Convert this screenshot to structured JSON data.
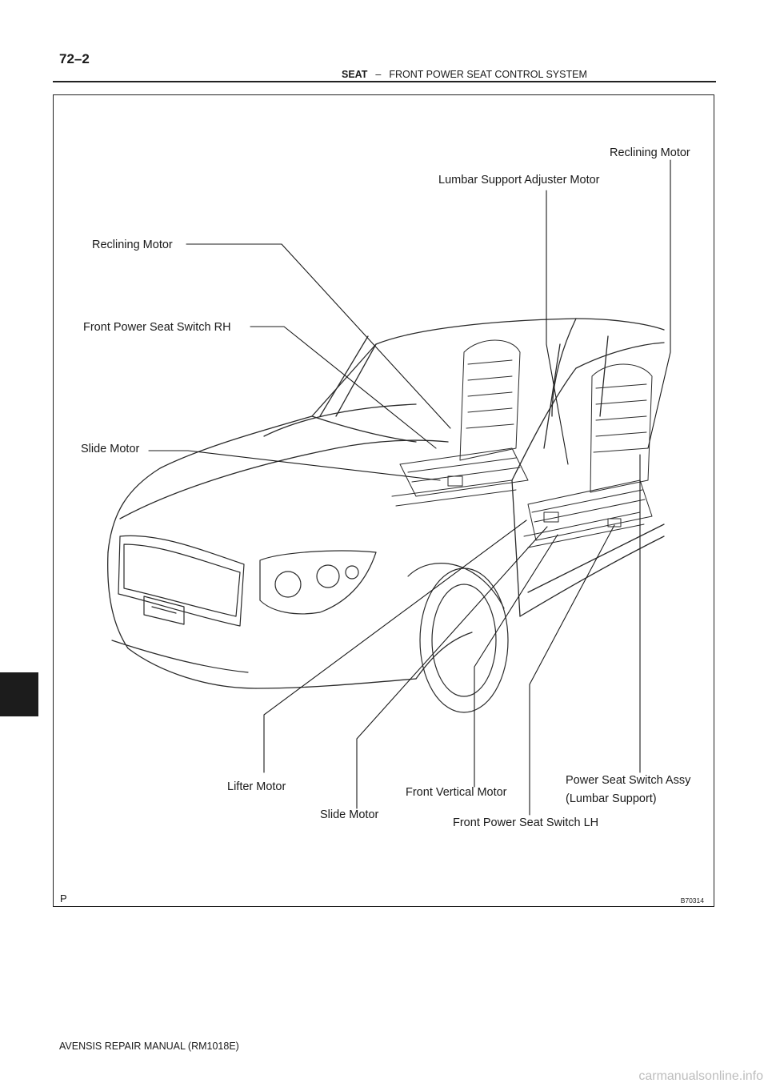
{
  "header": {
    "page_number": "72–2",
    "section": "SEAT",
    "separator": "–",
    "subtitle": "FRONT POWER SEAT CONTROL SYSTEM"
  },
  "figure": {
    "sheet_code": "P",
    "figure_code": "B70314",
    "labels": {
      "reclining_motor_rh": "Reclining Motor",
      "reclining_motor_lh": "Reclining Motor",
      "lumbar_support_adjuster_motor": "Lumbar Support Adjuster Motor",
      "front_power_seat_switch_rh": "Front Power Seat Switch RH",
      "slide_motor_rh": "Slide Motor",
      "lifter_motor": "Lifter Motor",
      "slide_motor_lh": "Slide Motor",
      "front_vertical_motor": "Front Vertical Motor",
      "front_power_seat_switch_lh": "Front Power Seat Switch LH",
      "power_seat_switch_assy_line1": "Power Seat Switch Assy",
      "power_seat_switch_assy_line2": "(Lumbar Support)"
    }
  },
  "footer": {
    "manual": "AVENSIS REPAIR MANUAL   (RM1018E)"
  },
  "watermark": "carmanualsonline.info"
}
